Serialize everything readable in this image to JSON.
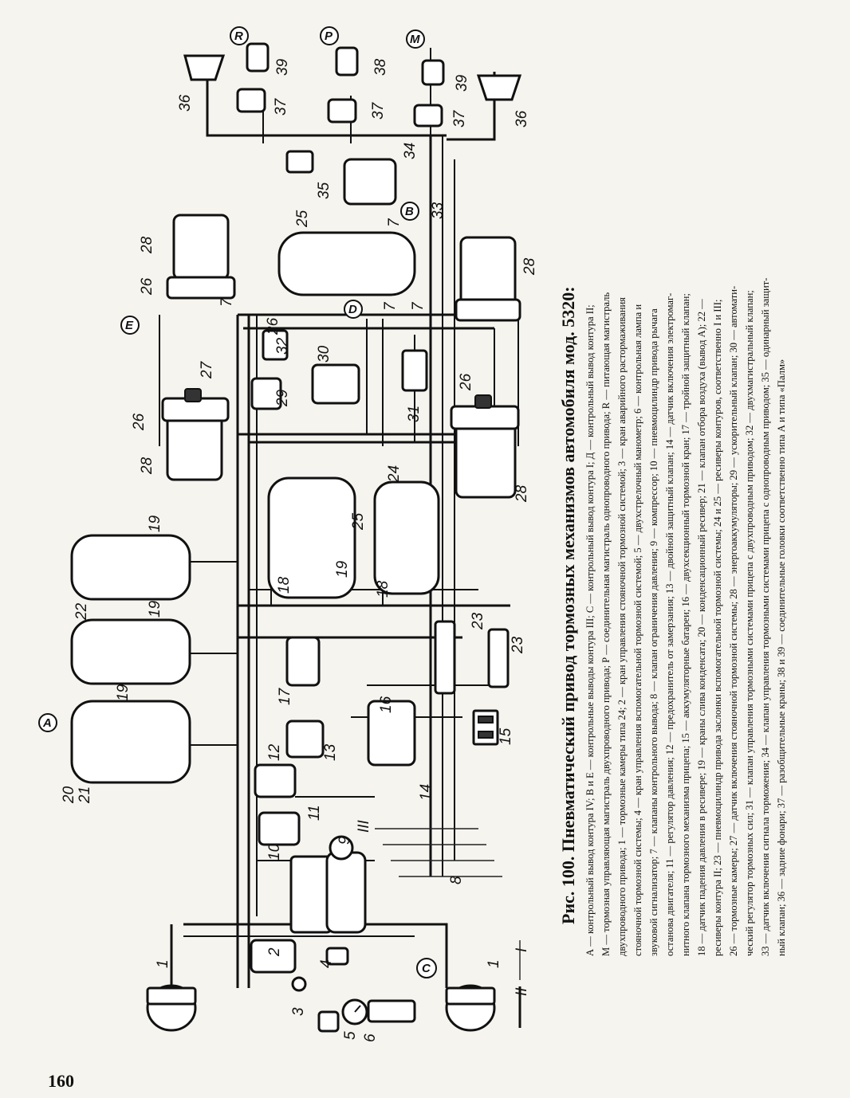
{
  "page_number": "160",
  "figure": {
    "title": "Рис. 100. Пневматический привод тормозных механизмов автомобиля мод. 5320:",
    "caption_lines": [
      "А — контрольный вывод контура IV; В и Е — контрольные выводы контура III; С — контрольный вывод контура I; Д — контрольный вывод контура II;",
      "М — тормозная управляющая магистраль двухпроводного привода; Р — соединительная магистраль однопроводного привода; R — питающая магистраль",
      "двухпроводного привода; 1 — тормозные камеры типа 24; 2 — кран управления стояночной тормозной системой; 3 — кран аварийного растормаживания",
      "стояночной тормозной системы; 4 — кран управления вспомогательной тормозной системой; 5 — двухстрелочный манометр; 6 — контрольная лампа и",
      "звуковой сигнализатор; 7 — клапаны контрольного вывода; 8 — клапан ограничения давления; 9 — компрессор; 10 — пневмоцилиндр привода рычага",
      "останова двигателя; 11 — регулятор давления; 12 — предохранитель от замерзания; 13 — двойной защитный клапан; 14 — датчик включения электромаг-",
      "нитного клапана тормозного механизма прицепа; 15 — аккумуляторные батареи; 16 — двухсекционный тормозной кран; 17 — тройной защитный клапан;",
      "18 — датчик падения давления в ресивере; 19 — краны слива конденсата; 20 — конденсационный ресивер; 21 — клапан отбора воздуха (вывод А); 22 —",
      "ресиверы контура II; 23 — пневмоцилиндр привода заслонки вспомогательной тормозной системы; 24 и 25 — ресиверы контуров, соответственно I и III;",
      "26 — тормозные камеры; 27 — датчик включения стояночной тормозной системы; 28 — энергоаккумуляторы; 29 — ускорительный клапан; 30 — автомати-",
      "ческий регулятор тормозных сил; 31 — клапан управления тормозными системами прицепа с двухпроводным приводом; 32 — двухмагистральный клапан;",
      "33 — датчик включения сигнала торможения; 34 — клапан управления тормозными системами прицепа с однопроводным приводом; 35 — одинарный защит-",
      "ный клапан; 36 — задние фонари; 37 — разобщительные краны; 38 и 39 — соединительные головки соответственно типа А и типа «Палм»"
    ]
  },
  "diagram": {
    "part_numbers": [
      "1",
      "1",
      "2",
      "3",
      "4",
      "5",
      "6",
      "7",
      "7",
      "7",
      "7",
      "8",
      "9",
      "10",
      "11",
      "12",
      "13",
      "14",
      "15",
      "16",
      "17",
      "18",
      "18",
      "19",
      "19",
      "19",
      "19",
      "20",
      "21",
      "22",
      "23",
      "23",
      "24",
      "25",
      "25",
      "26",
      "26",
      "26",
      "26",
      "27",
      "28",
      "28",
      "28",
      "28",
      "29",
      "30",
      "31",
      "32",
      "33",
      "34",
      "35",
      "36",
      "36",
      "37",
      "37",
      "37",
      "38",
      "39",
      "39"
    ],
    "terminals": [
      "A",
      "C",
      "D",
      "E",
      "B",
      "R",
      "P",
      "M"
    ],
    "roman_labels": [
      "I",
      "II",
      "III"
    ]
  }
}
